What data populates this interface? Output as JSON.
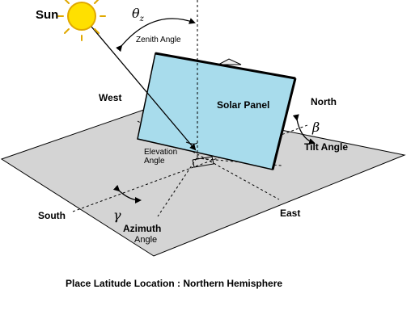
{
  "labels": {
    "sun": "Sun",
    "zenith_symbol": "θ",
    "zenith_subscript": "z",
    "zenith_angle": "Zenith Angle",
    "west": "West",
    "north": "North",
    "south": "South",
    "east": "East",
    "solar_panel": "Solar Panel",
    "beta_symbol": "β",
    "tilt_angle": "Tilt Angle",
    "elevation_line1": "Elevation",
    "elevation_line2": "Angle",
    "gamma_symbol": "γ",
    "azimuth_line1": "Azimuth",
    "azimuth_line2": "Angle"
  },
  "caption": "Place Latitude Location : Northern Hemisphere",
  "colors": {
    "ground": "#d4d4d4",
    "panel": "#a8dcec",
    "sun": "#ffe000",
    "sun_stroke": "#e0a800",
    "lines": "#000000"
  }
}
